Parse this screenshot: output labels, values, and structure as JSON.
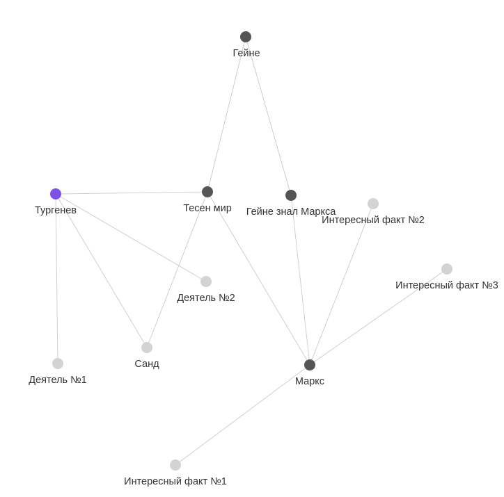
{
  "colors": {
    "primary": "#555555",
    "secondary": "#d3d3d3",
    "selected": "#7b52e6",
    "edge": "#cfcfcf",
    "label": "#333333",
    "background": "#ffffff"
  },
  "graph": {
    "nodes": [
      {
        "id": "heine",
        "label": "Гейне",
        "kind": "primary"
      },
      {
        "id": "turgenev",
        "label": "Тургенев",
        "kind": "selected"
      },
      {
        "id": "tesen_mir",
        "label": "Тесен мир",
        "kind": "primary"
      },
      {
        "id": "heine_marx",
        "label": "Гейне знал Маркса",
        "kind": "primary"
      },
      {
        "id": "fact2",
        "label": "Интересный факт №2",
        "kind": "secondary"
      },
      {
        "id": "fact3",
        "label": "Интересный факт №3",
        "kind": "secondary"
      },
      {
        "id": "activist2",
        "label": "Деятель №2",
        "kind": "secondary"
      },
      {
        "id": "sand",
        "label": "Санд",
        "kind": "secondary"
      },
      {
        "id": "activist1",
        "label": "Деятель №1",
        "kind": "secondary"
      },
      {
        "id": "marx",
        "label": "Маркс",
        "kind": "primary"
      },
      {
        "id": "fact1",
        "label": "Интересный факт №1",
        "kind": "secondary"
      }
    ],
    "edges": [
      [
        "heine",
        "tesen_mir"
      ],
      [
        "heine",
        "heine_marx"
      ],
      [
        "turgenev",
        "tesen_mir"
      ],
      [
        "turgenev",
        "activist2"
      ],
      [
        "turgenev",
        "sand"
      ],
      [
        "turgenev",
        "activist1"
      ],
      [
        "tesen_mir",
        "sand"
      ],
      [
        "tesen_mir",
        "marx"
      ],
      [
        "heine_marx",
        "marx"
      ],
      [
        "fact2",
        "marx"
      ],
      [
        "fact3",
        "marx"
      ],
      [
        "fact1",
        "marx"
      ]
    ]
  }
}
